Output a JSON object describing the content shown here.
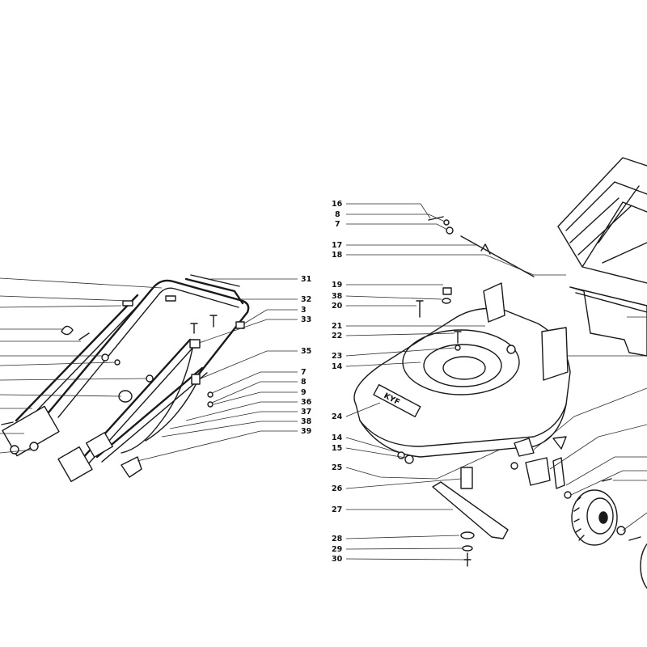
{
  "colors": {
    "ink": "#1a1a1a",
    "paper": "#ffffff"
  },
  "handle_callouts": [
    "31",
    "32",
    "3",
    "33",
    "35",
    "7",
    "8",
    "9",
    "36",
    "37",
    "38",
    "39"
  ],
  "deck_callouts_top": [
    "16",
    "8",
    "7",
    "17",
    "18",
    "19",
    "38",
    "20",
    "21",
    "22",
    "23",
    "14"
  ],
  "deck_callouts_bottom": [
    "24",
    "14",
    "15",
    "25",
    "26",
    "27",
    "28",
    "29",
    "30"
  ],
  "deck_badge": "KYF"
}
